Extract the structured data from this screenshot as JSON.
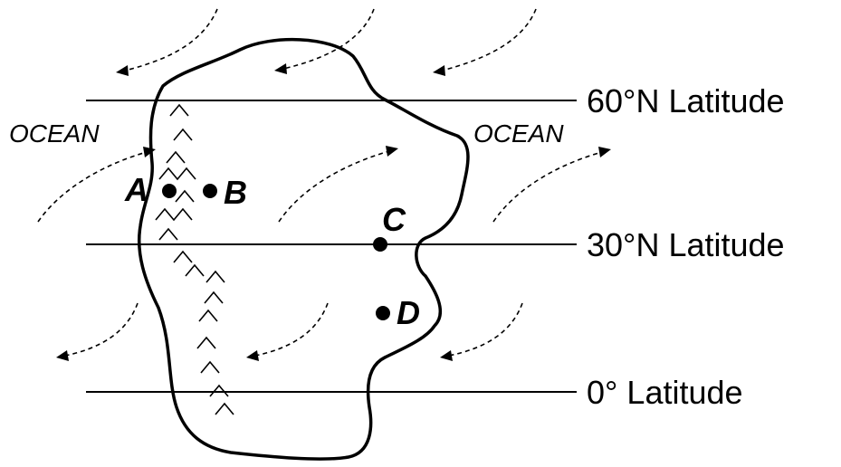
{
  "latitudes": [
    {
      "label": "60°N Latitude"
    },
    {
      "label": "30°N Latitude"
    },
    {
      "label": "0° Latitude"
    }
  ],
  "oceans": [
    {
      "label": "OCEAN"
    },
    {
      "label": "OCEAN"
    }
  ],
  "points": [
    {
      "label": "A"
    },
    {
      "label": "B"
    },
    {
      "label": "C"
    },
    {
      "label": "D"
    }
  ]
}
